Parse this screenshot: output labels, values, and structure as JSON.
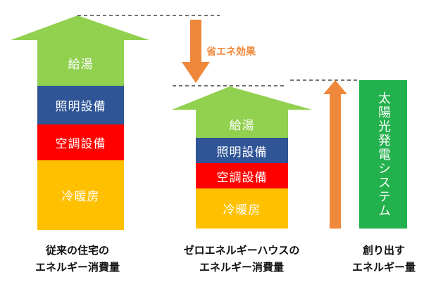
{
  "colors": {
    "hot_water": "#92d050",
    "lighting": "#2f5597",
    "air_conditioning": "#ff0000",
    "heating_cooling": "#ffc000",
    "solar": "#22b14c",
    "arrow_orange": "#f0883b"
  },
  "left_house": {
    "hot_water": "給湯",
    "lighting": "照明設備",
    "air_conditioning": "空調設備",
    "heating_cooling": "冷暖房",
    "caption_line1": "従来の住宅の",
    "caption_line2": "エネルギー消費量"
  },
  "center_house": {
    "hot_water": "給湯",
    "lighting": "照明設備",
    "air_conditioning": "空調設備",
    "heating_cooling": "冷暖房",
    "caption_line1": "ゼロエネルギーハウスの",
    "caption_line2": "エネルギー消費量"
  },
  "saving_effect_label": "省エネ効果",
  "solar_label": "太陽光発電システム",
  "right_caption_line1": "創り出す",
  "right_caption_line2": "エネルギー量"
}
